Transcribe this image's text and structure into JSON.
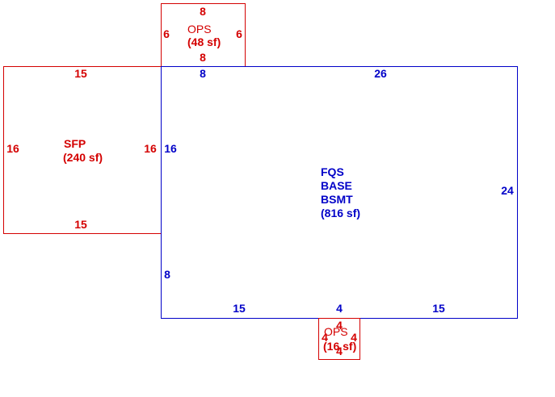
{
  "colors": {
    "red": "#d40000",
    "blue": "#0000c8"
  },
  "ops_top": {
    "name": "OPS",
    "area": "(48 sf)",
    "dim_top": "8",
    "dim_bottom": "8",
    "dim_left": "6",
    "dim_right": "6"
  },
  "sfp": {
    "name": "SFP",
    "area": "(240 sf)",
    "dim_top": "15",
    "dim_bottom": "15",
    "dim_left": "16",
    "dim_right": "16"
  },
  "main": {
    "line1": "FQS",
    "line2": "BASE",
    "line3": "BSMT",
    "area": "(816 sf)",
    "dim_top_left": "8",
    "dim_top": "26",
    "dim_left_upper": "16",
    "dim_left_lower": "8",
    "dim_right": "24",
    "dim_bottom_left": "15",
    "dim_bottom_mid": "4",
    "dim_bottom_right": "15"
  },
  "ops_bottom": {
    "name": "OPS",
    "area": "(16 sf)",
    "dim_top": "4",
    "dim_bottom": "4",
    "dim_left": "4",
    "dim_right": "4"
  }
}
